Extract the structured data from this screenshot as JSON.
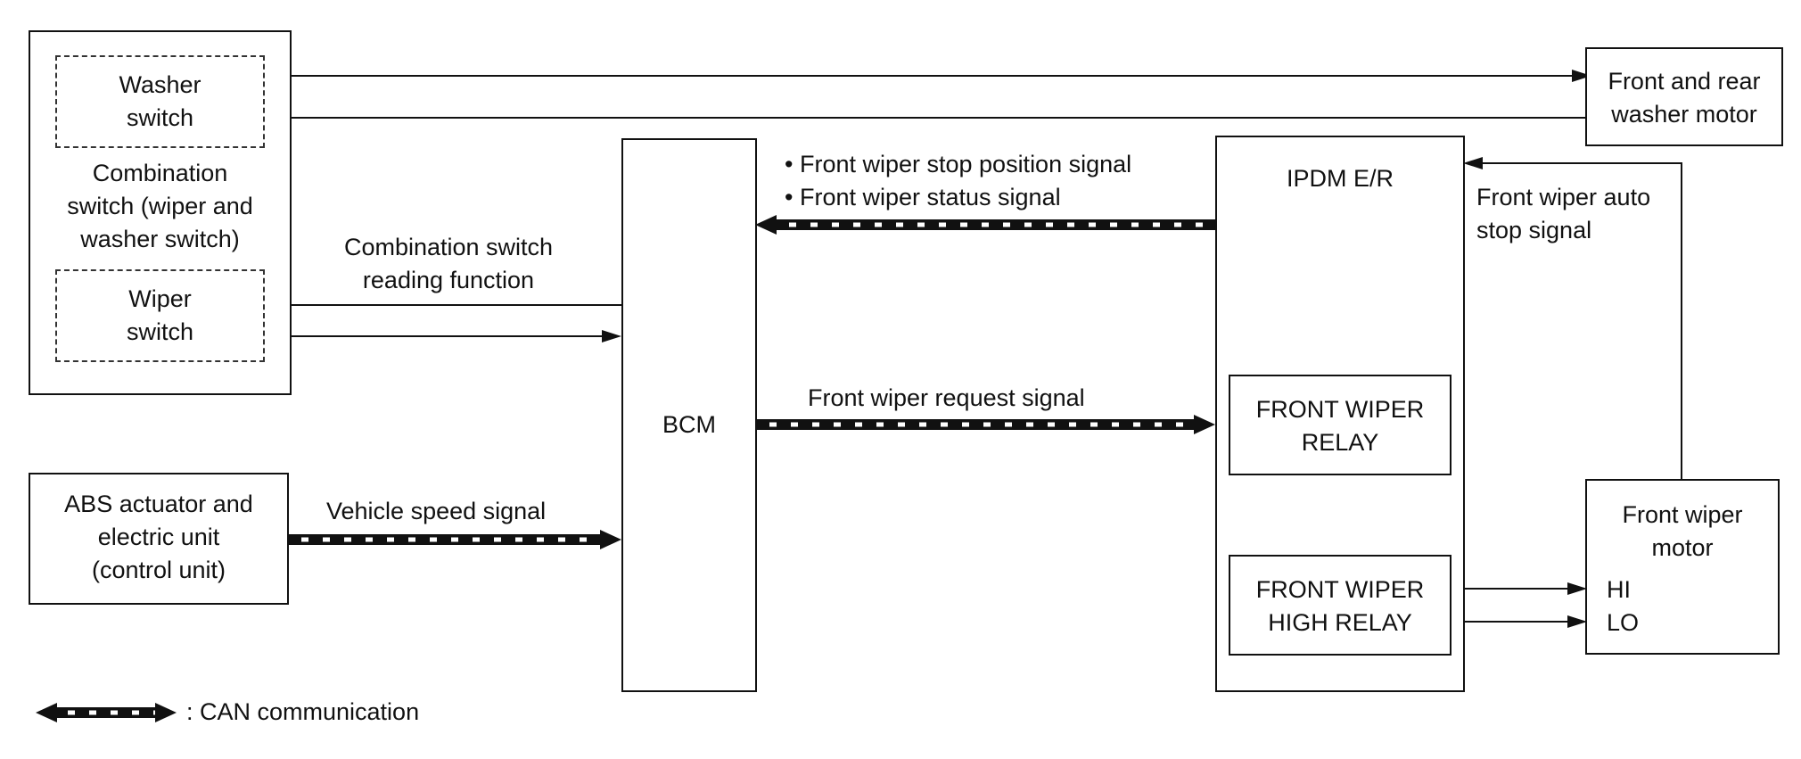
{
  "blocks": {
    "combination_switch": {
      "title_lines": [
        "Combination",
        "switch (wiper and",
        "washer switch)"
      ]
    },
    "washer_switch": {
      "lines": [
        "Washer",
        "switch"
      ]
    },
    "wiper_switch": {
      "lines": [
        "Wiper",
        "switch"
      ]
    },
    "abs_unit": {
      "lines": [
        "ABS actuator and",
        "electric unit",
        "(control unit)"
      ]
    },
    "bcm": {
      "label": "BCM"
    },
    "ipdm": {
      "label": "IPDM E/R"
    },
    "front_wiper_relay": {
      "lines": [
        "FRONT WIPER",
        "RELAY"
      ]
    },
    "front_wiper_high_relay": {
      "lines": [
        "FRONT WIPER",
        "HIGH RELAY"
      ]
    },
    "washer_motor": {
      "lines": [
        "Front and rear",
        "washer motor"
      ]
    },
    "wiper_motor": {
      "lines": [
        "Front wiper",
        "motor"
      ],
      "terminal_hi": "HI",
      "terminal_lo": "LO"
    }
  },
  "signals": {
    "combination_switch_reading": [
      "Combination switch",
      "reading function"
    ],
    "vehicle_speed": "Vehicle speed signal",
    "ipdm_to_bcm": [
      "• Front wiper stop position signal",
      "• Front wiper status signal"
    ],
    "front_wiper_request": "Front wiper request signal",
    "auto_stop": [
      "Front wiper auto",
      "stop signal"
    ]
  },
  "legend": {
    "text": ": CAN communication"
  }
}
